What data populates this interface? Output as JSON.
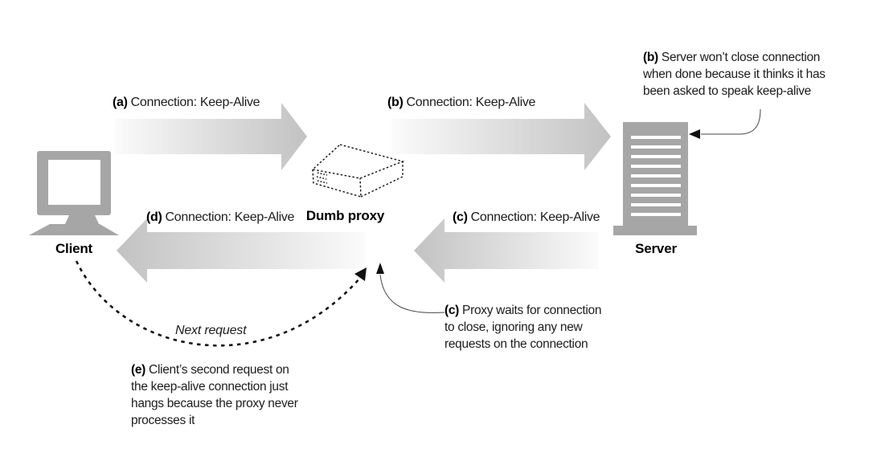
{
  "nodes": {
    "client": {
      "label": "Client"
    },
    "proxy": {
      "label": "Dumb proxy"
    },
    "server": {
      "label": "Server"
    }
  },
  "arrows": {
    "a": {
      "prefix": "(a)",
      "label": "Connection: Keep-Alive",
      "direction": "client-to-proxy"
    },
    "b": {
      "prefix": "(b)",
      "label": "Connection: Keep-Alive",
      "direction": "proxy-to-server"
    },
    "c": {
      "prefix": "(c)",
      "label": "Connection: Keep-Alive",
      "direction": "server-to-proxy"
    },
    "d": {
      "prefix": "(d)",
      "label": "Connection: Keep-Alive",
      "direction": "proxy-to-client"
    }
  },
  "annotations": {
    "b": {
      "prefix": "(b)",
      "lines": [
        "Server won’t close connection",
        "when done because it thinks it has",
        "been asked to speak keep-alive"
      ]
    },
    "c": {
      "prefix": "(c)",
      "lines": [
        "Proxy waits for connection",
        "to close, ignoring any new",
        "requests on the connection"
      ]
    },
    "e": {
      "prefix": "(e)",
      "lines": [
        "Client’s second request on",
        "the keep-alive connection just",
        "hangs because the proxy never",
        "processes it"
      ]
    },
    "next_request": "Next request"
  },
  "colors": {
    "background": "#ffffff",
    "device_gray": "#a6a6a6",
    "arrow_gray_dark": "#c2c2c2",
    "arrow_gray_light": "#fafafa",
    "line_black": "#111111"
  }
}
